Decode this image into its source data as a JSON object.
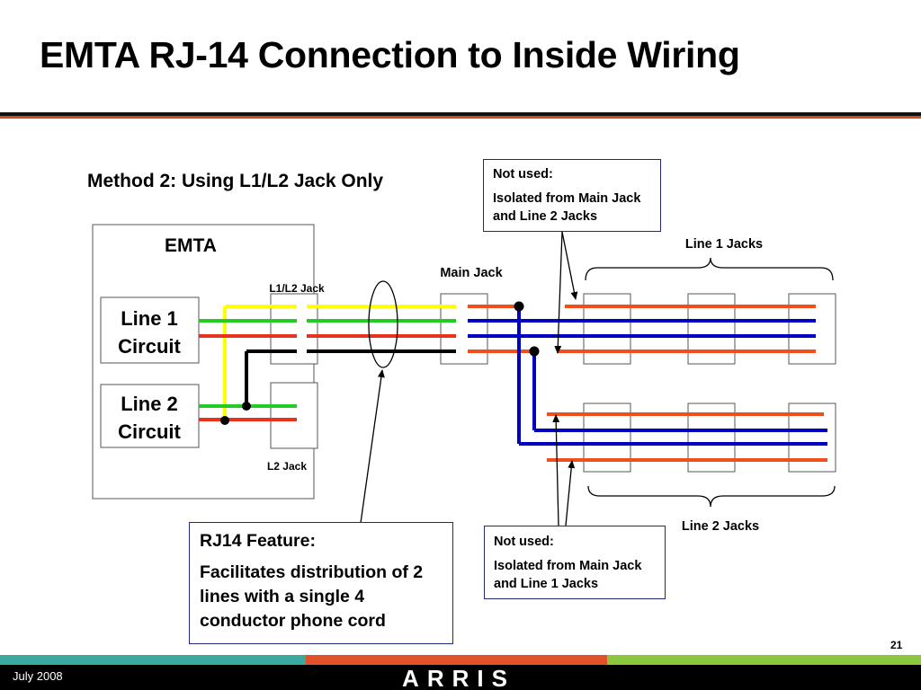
{
  "slide": {
    "title": "EMTA RJ-14 Connection to Inside Wiring",
    "subtitle": "Method 2: Using L1/L2 Jack Only",
    "page_number": "21",
    "footer_date": "July 2008"
  },
  "emta": {
    "label": "EMTA",
    "line1": [
      "Line 1",
      "Circuit"
    ],
    "line2": [
      "Line 2",
      "Circuit"
    ],
    "l1l2_jack": "L1/L2 Jack",
    "l2_jack": "L2 Jack"
  },
  "labels": {
    "main_jack": "Main Jack",
    "line1_jacks": "Line 1 Jacks",
    "line2_jacks": "Line 2 Jacks"
  },
  "note_top": {
    "heading": "Not used:",
    "body": "Isolated from Main Jack and Line 2 Jacks"
  },
  "note_bottom": {
    "heading": "Not used:",
    "body": "Isolated from Main Jack and Line 1 Jacks"
  },
  "rj14": {
    "heading": "RJ14 Feature:",
    "body": "Facilitates distribution of 2 lines with a single 4 conductor phone cord"
  },
  "logo": "ARRIS",
  "colors": {
    "yellow": "#ffff00",
    "green": "#22cc22",
    "red": "#e8321e",
    "blue": "#0000c0",
    "orange": "#f04e1c",
    "black": "#000000",
    "box_border": "#1f2a7a",
    "stripe_teal": "#3aa99f",
    "stripe_orange": "#e2522a",
    "stripe_green": "#8dc63f"
  }
}
